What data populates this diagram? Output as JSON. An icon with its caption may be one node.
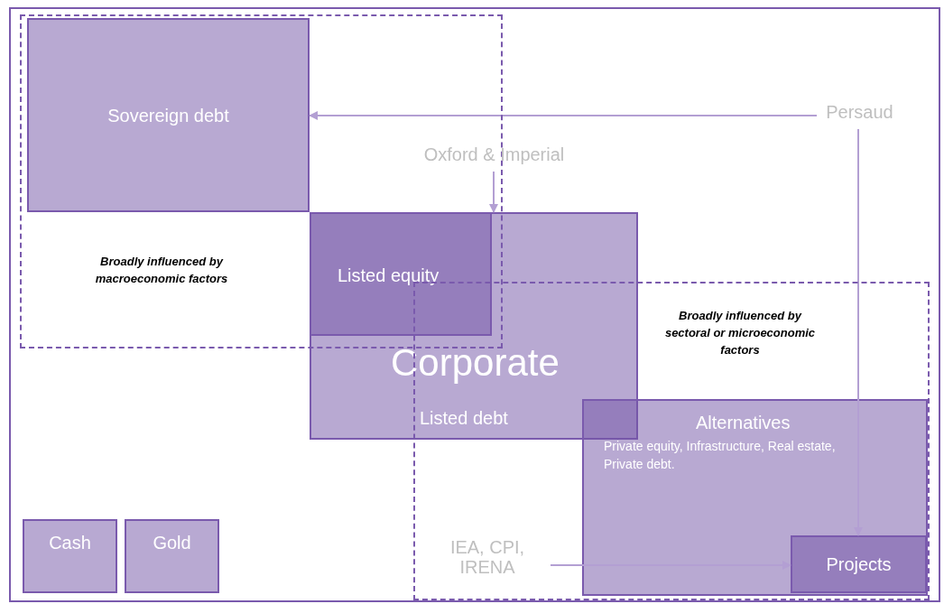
{
  "diagram": {
    "nodes": [
      {
        "text": [
          "Sovereign debt"
        ]
      },
      {
        "text": [
          "Corporate",
          "Listed debt"
        ]
      },
      {
        "text": [
          "Listed equity"
        ],
        "in": 1
      },
      {
        "text": [
          "Alternatives",
          "Private equity, Infrastructure, Real estate, Private debt."
        ]
      },
      {
        "text": [
          "Projects"
        ],
        "in": 3
      },
      {
        "text": [
          "Cash"
        ]
      },
      {
        "text": [
          "Gold"
        ]
      },
      {
        "text": [
          "Persaud"
        ]
      },
      {
        "text": [
          "Oxford & Imperial"
        ]
      },
      {
        "text": [
          "IEA, CPI, IRENA"
        ]
      }
    ],
    "edges": [
      {
        "from": 7,
        "to": 0,
        "arrow": "to"
      },
      {
        "from": 7,
        "to": 4,
        "arrow": "to"
      },
      {
        "from": 8,
        "to": 1,
        "arrow": "to"
      },
      {
        "from": 9,
        "to": 4,
        "arrow": "to"
      }
    ],
    "labels": [
      "Broadly influenced by macroeconomic factors",
      "Broadly influenced by sectoral or microeconomic factors"
    ]
  }
}
